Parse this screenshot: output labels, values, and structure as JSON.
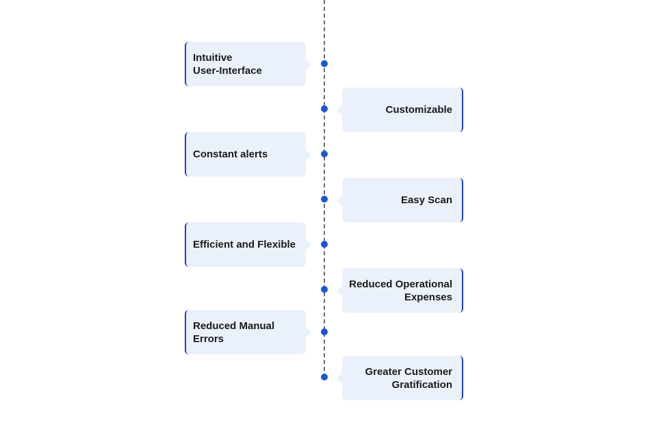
{
  "colors": {
    "accent": "#1a56db",
    "card_bg": "#ebf1fa",
    "card_border": "#1f3fbf",
    "line": "#6b6b6b"
  },
  "items": [
    {
      "label": "Intuitive\nUser-Interface",
      "side": "left"
    },
    {
      "label": "Customizable",
      "side": "right"
    },
    {
      "label": "Constant alerts",
      "side": "left"
    },
    {
      "label": "Easy Scan",
      "side": "right"
    },
    {
      "label": "Efficient and Flexible",
      "side": "left"
    },
    {
      "label": "Reduced Operational\nExpenses",
      "side": "right"
    },
    {
      "label": "Reduced Manual\nErrors",
      "side": "left"
    },
    {
      "label": "Greater Customer\nGratification",
      "side": "right"
    }
  ]
}
